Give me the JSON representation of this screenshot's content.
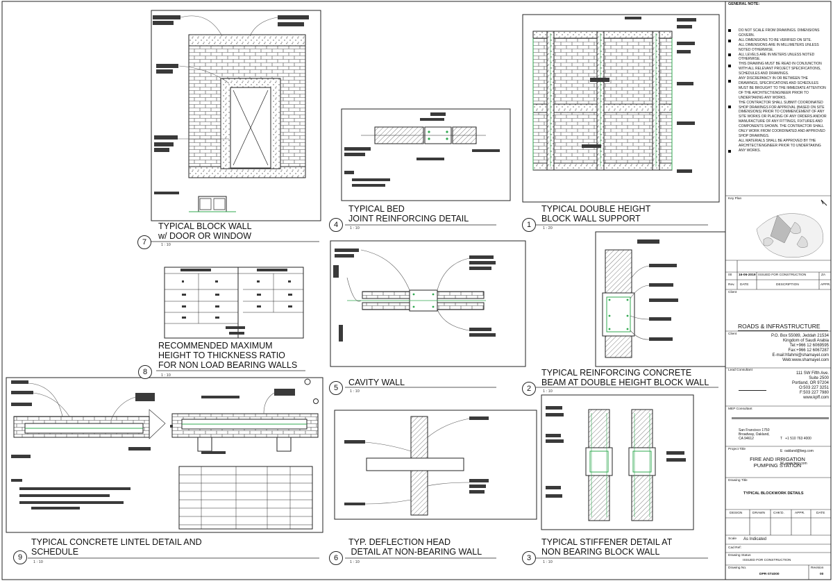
{
  "general_note": {
    "heading": "GENERAL NOTE:",
    "notes": [
      "DO NOT SCALE FROM DRAWINGS. DIMENSIONS GOVERN.",
      "ALL DIMENSIONS TO BE VERIFIED ON SITE.",
      "ALL DIMENSIONS ARE IN MILLIMETERS UNLESS NOTED OTHERWISE.",
      "ALL LEVELS ARE IN METERS UNLESS NOTED OTHERWISE.",
      "THIS DRAWING MUST BE READ IN CONJUNCTION WITH ALL RELEVANT PROJECT SPECIFICATIONS, SCHEDULES AND DRAWINGS.",
      "ANY DISCREPANCY IN OR BETWEEN THE DRAWINGS, SPECIFICATIONS AND SCHEDULES MUST BE BROUGHT TO THE IMMEDIATE ATTENTION OF THE ARCHITECT/ENGINEER PRIOR TO UNDERTAKING ANY WORKS.",
      "THE CONTRACTOR SHALL SUBMIT COORDINATED SHOP DRAWINGS FOR APPROVAL (BASED ON SITE DIMENSIONS) PRIOR TO COMMENCEMENT OF ANY SITE WORKS OR PLACING OF ANY ORDERS AND/OR MANUFACTURE OF ANY FITTINGS, FIXTURES AND COMPONENTS SHOWN. THE CONTRACTOR SHALL ONLY WORK FROM COORDINATED AND APPROVED SHOP DRAWINGS.",
      "ALL MATERIALS SHALL BE APPROVED BY THE ARCHITECT/ENGINEER PRIOR TO UNDERTAKING ANY WORKS."
    ]
  },
  "key_plan": "Key Plan",
  "revision": {
    "rev": "00",
    "date": "16-06-2019",
    "description": "ISSUED FOR CONSTRUCTION",
    "appr": "ZA",
    "h_rev": "Rev.",
    "h_date": "DATE",
    "h_desc": "DESCRIPTION",
    "h_appr": "APPR."
  },
  "client1": {
    "label": "Client",
    "name": "ROADS & INFRASTRUCTURE"
  },
  "client2": {
    "label": "Client",
    "lines": [
      "P.O. Box 55089, Jeddah 21534",
      "Kingdom of Saudi Arabia",
      "Tel:+966 12 6069595",
      "Fax:+966 12 6067287",
      "E-mail:hfahmi@shamayel.com",
      "Web:www.shamayel.com"
    ]
  },
  "lead_consultant": {
    "label": "Lead Consultant",
    "lines": [
      "111 SW Fifth Ave.",
      "Suite 2500",
      "Portland, OR 97204",
      "O:503 227 3251",
      "F:503 227 7980",
      "www.kpff.com"
    ]
  },
  "mep": {
    "label": "MEP Consultant",
    "addr": [
      "San Francisco 1750",
      "Broadway, Oakland,",
      "CA 94612"
    ],
    "contact": [
      "T   +1 510 763 4000",
      "E  oakland@beg.com",
      "W  www.beg.com"
    ]
  },
  "project": {
    "label": "Project Title",
    "title": "FIRE AND IRRIGATION PUMPING STATION"
  },
  "drawing": {
    "label": "Drawing Title",
    "title": "TYPICAL BLOCKWORK DETAILS",
    "sign_cols": [
      "DESIGN",
      "DRAWN",
      "CHK'D.",
      "APPR.",
      "DATE"
    ],
    "scale_label": "Scale",
    "scale_value": "As Indicated",
    "cad_label": "Cad Ref:",
    "status_label": "Drawing Status",
    "status_value": "ISSUED FOR CONSTRUCTION",
    "no_label": "Drawing No.",
    "no_value": "DPR-ST4000",
    "rev_label": "Revision",
    "rev_value": "00"
  },
  "details": [
    {
      "num": "7",
      "title": "TYPICAL BLOCK WALL\nw/ DOOR OR WINDOW",
      "scale": "1 : 10"
    },
    {
      "num": "4",
      "title": "TYPICAL BED\nJOINT REINFORCING DETAIL",
      "scale": "1 : 10"
    },
    {
      "num": "1",
      "title": "TYPICAL DOUBLE HEIGHT\nBLOCK WALL SUPPORT",
      "scale": "1 : 20"
    },
    {
      "num": "8",
      "title": "RECOMMENDED MAXIMUM\nHEIGHT TO THICKNESS RATIO\nFOR NON LOAD BEARING WALLS",
      "scale": "1 : 10"
    },
    {
      "num": "5",
      "title": "CAVITY WALL",
      "scale": "1 : 10"
    },
    {
      "num": "2",
      "title": "TYPICAL REINFORCING CONCRETE\nBEAM AT DOUBLE HEIGHT BLOCK WALL",
      "scale": "1 : 10"
    },
    {
      "num": "9",
      "title": "TYPICAL CONCRETE LINTEL DETAIL AND\nSCHEDULE",
      "scale": "1 : 10"
    },
    {
      "num": "6",
      "title": "TYP. DEFLECTION HEAD\n DETAIL AT NON-BEARING WALL",
      "scale": "1 : 10"
    },
    {
      "num": "3",
      "title": "TYPICAL STIFFENER DETAIL AT\nNON BEARING BLOCK WALL",
      "scale": "1 : 10"
    }
  ],
  "colors": {
    "line": "#222222",
    "rebar": "#2fa84f",
    "redaction": "#3a3a3a"
  }
}
